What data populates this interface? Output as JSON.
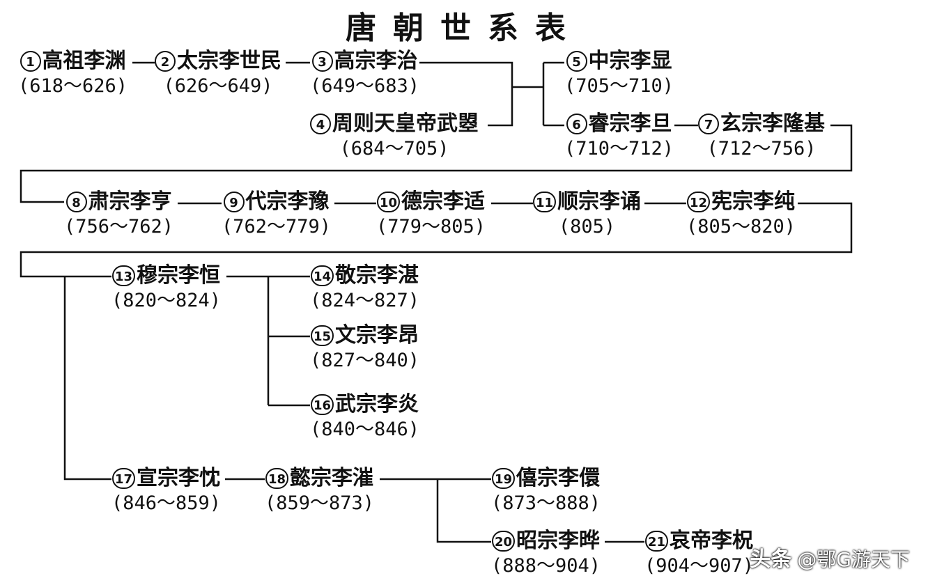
{
  "title": "唐朝世系表",
  "emperors": [
    {
      "num": "1",
      "name": "高祖李渊",
      "years": "(618～626)"
    },
    {
      "num": "2",
      "name": "太宗李世民",
      "years": "(626～649)"
    },
    {
      "num": "3",
      "name": "高宗李治",
      "years": "(649～683)"
    },
    {
      "num": "4",
      "name": "周则天皇帝武曌",
      "years": "(684～705)"
    },
    {
      "num": "5",
      "name": "中宗李显",
      "years": "(705～710)"
    },
    {
      "num": "6",
      "name": "睿宗李旦",
      "years": "(710～712)"
    },
    {
      "num": "7",
      "name": "玄宗李隆基",
      "years": "(712～756)"
    },
    {
      "num": "8",
      "name": "肃宗李亨",
      "years": "(756～762)"
    },
    {
      "num": "9",
      "name": "代宗李豫",
      "years": "(762～779)"
    },
    {
      "num": "10",
      "name": "德宗李适",
      "years": "(779～805)"
    },
    {
      "num": "11",
      "name": "顺宗李诵",
      "years": "(805)"
    },
    {
      "num": "12",
      "name": "宪宗李纯",
      "years": "(805～820)"
    },
    {
      "num": "13",
      "name": "穆宗李恒",
      "years": "(820～824)"
    },
    {
      "num": "14",
      "name": "敬宗李湛",
      "years": "(824～827)"
    },
    {
      "num": "15",
      "name": "文宗李昂",
      "years": "(827～840)"
    },
    {
      "num": "16",
      "name": "武宗李炎",
      "years": "(840～846)"
    },
    {
      "num": "17",
      "name": "宣宗李忱",
      "years": "(846～859)"
    },
    {
      "num": "18",
      "name": "懿宗李漼",
      "years": "(859～873)"
    },
    {
      "num": "19",
      "name": "僖宗李儇",
      "years": "(873～888)"
    },
    {
      "num": "20",
      "name": "昭宗李晔",
      "years": "(888～904)"
    },
    {
      "num": "21",
      "name": "哀帝李柷",
      "years": "(904～907)"
    }
  ],
  "watermark": {
    "brand": "头条",
    "handle": "@鄂G游天下"
  }
}
